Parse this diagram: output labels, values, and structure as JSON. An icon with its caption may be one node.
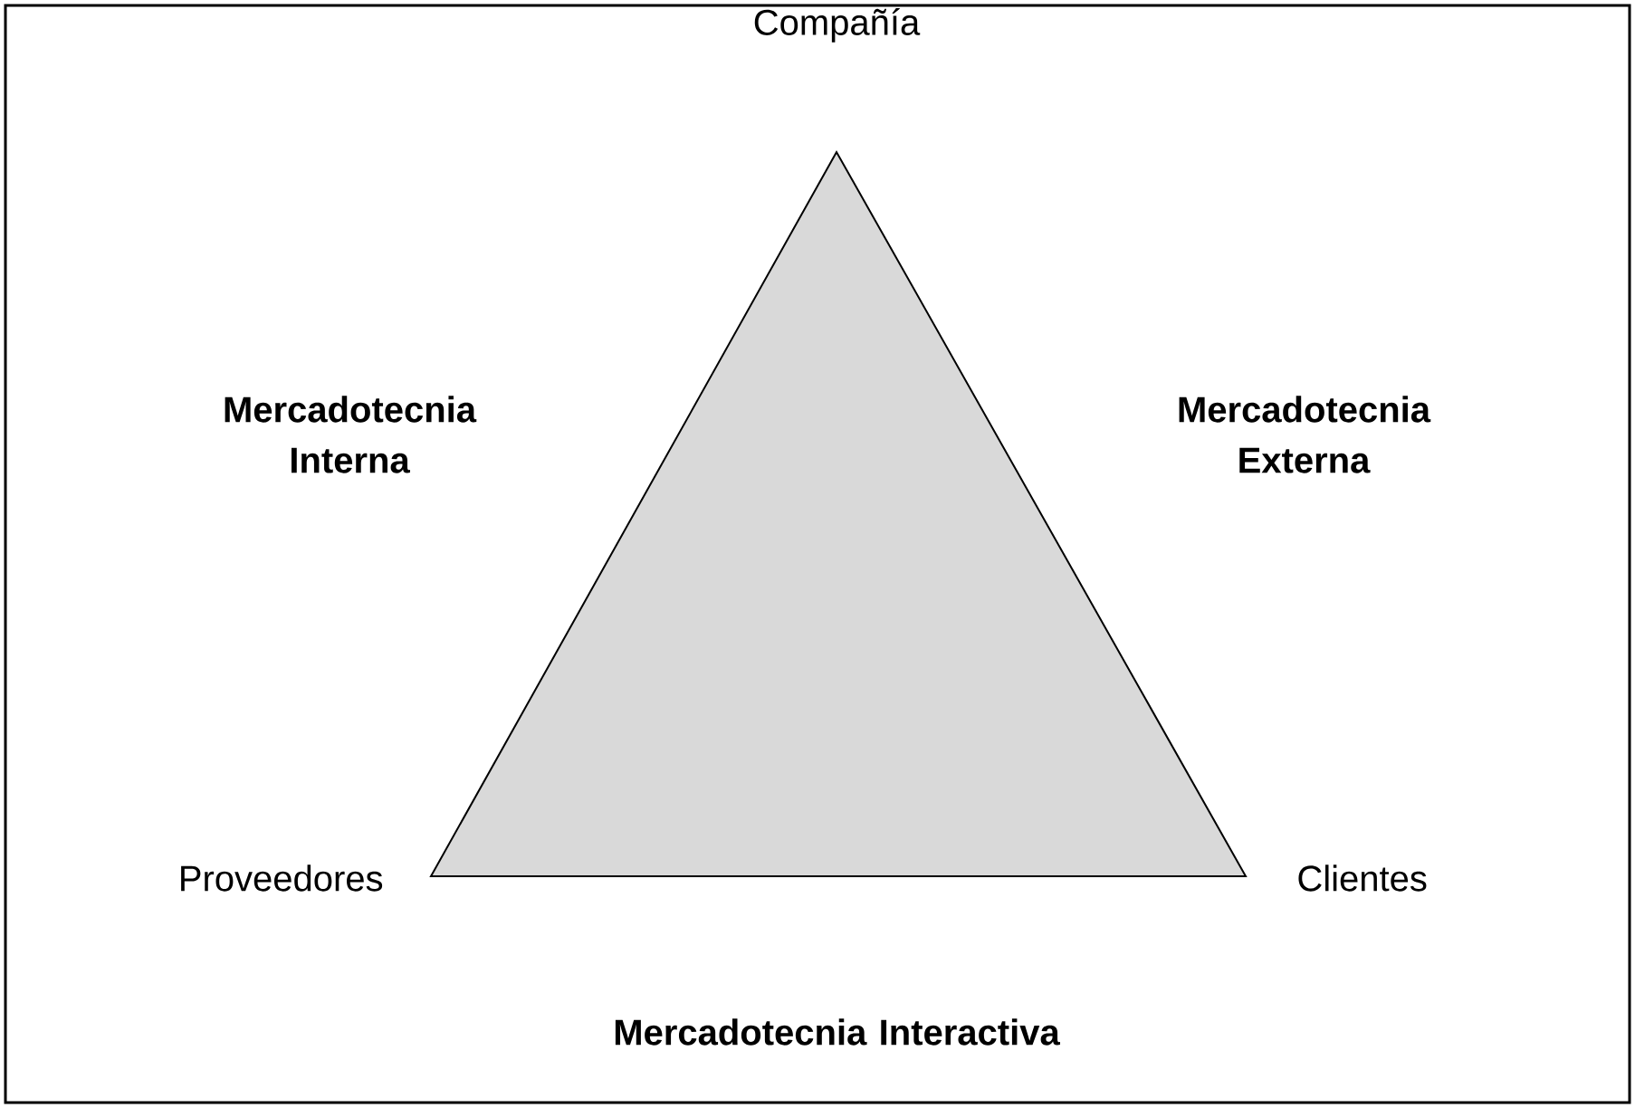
{
  "diagram": {
    "nodes": [
      {
        "text": [],
        "shape": "triangle"
      }
    ],
    "labels": [
      "Compañía",
      "Mercadotecnia Interna",
      "Mercadotecnia Externa",
      "Proveedores",
      "Clientes",
      "Mercadotecnia Interactiva"
    ]
  }
}
